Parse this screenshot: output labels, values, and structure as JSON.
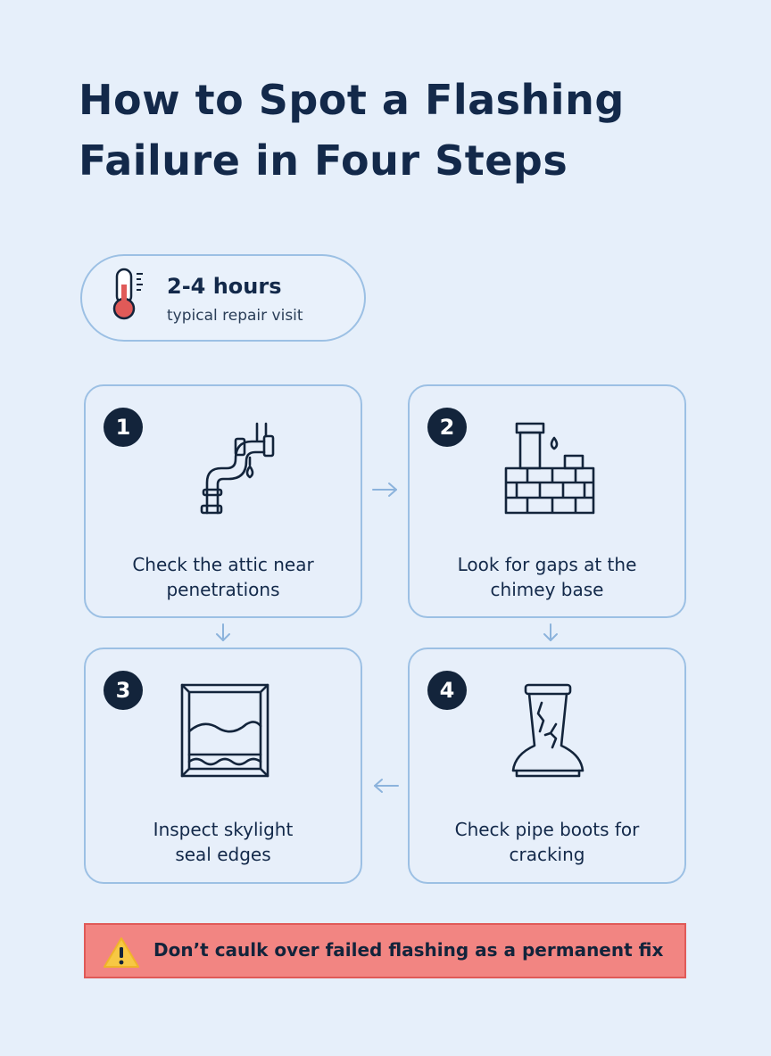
{
  "title": {
    "line1": "How to Spot a Flashing",
    "line2": "Failure in Four Steps"
  },
  "duration": {
    "value": "2-4 hours",
    "label": "typical repair visit",
    "icon": "thermometer-icon"
  },
  "steps": [
    {
      "number": "1",
      "caption_line1": "Check the attic near",
      "caption_line2": "penetrations",
      "icon": "leaking-pipe-icon"
    },
    {
      "number": "2",
      "caption_line1": "Look for gaps at the",
      "caption_line2": "chimey base",
      "icon": "chimney-brick-icon"
    },
    {
      "number": "3",
      "caption_line1": "Inspect skylight",
      "caption_line2": "seal edges",
      "icon": "skylight-frame-icon"
    },
    {
      "number": "4",
      "caption_line1": "Check pipe boots for",
      "caption_line2": "cracking",
      "icon": "cracked-pipe-boot-icon"
    }
  ],
  "warning": {
    "text": "Don’t caulk over failed flashing as a permanent fix",
    "icon": "warning-triangle-icon"
  },
  "colors": {
    "background": "#e6effa",
    "card_border": "#9cc0e4",
    "navy": "#13243b",
    "warning_bg": "#f28582",
    "thermo_red": "#e05a58"
  }
}
